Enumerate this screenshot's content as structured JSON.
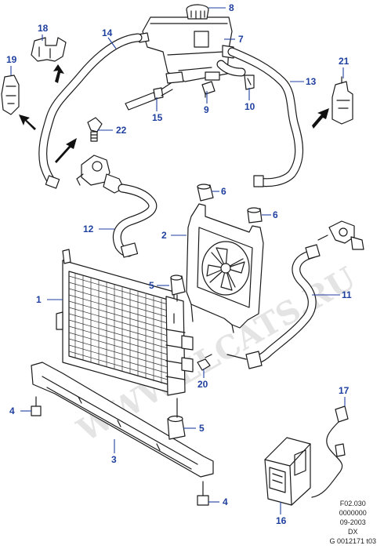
{
  "callouts": [
    {
      "id": "c1",
      "label": "1"
    },
    {
      "id": "c2",
      "label": "2"
    },
    {
      "id": "c3",
      "label": "3"
    },
    {
      "id": "c4a",
      "label": "4"
    },
    {
      "id": "c4b",
      "label": "4"
    },
    {
      "id": "c5a",
      "label": "5"
    },
    {
      "id": "c5b",
      "label": "5"
    },
    {
      "id": "c6a",
      "label": "6"
    },
    {
      "id": "c6b",
      "label": "6"
    },
    {
      "id": "c7",
      "label": "7"
    },
    {
      "id": "c8",
      "label": "8"
    },
    {
      "id": "c9",
      "label": "9"
    },
    {
      "id": "c10",
      "label": "10"
    },
    {
      "id": "c11",
      "label": "11"
    },
    {
      "id": "c12",
      "label": "12"
    },
    {
      "id": "c13",
      "label": "13"
    },
    {
      "id": "c14",
      "label": "14"
    },
    {
      "id": "c15",
      "label": "15"
    },
    {
      "id": "c16",
      "label": "16"
    },
    {
      "id": "c17",
      "label": "17"
    },
    {
      "id": "c18",
      "label": "18"
    },
    {
      "id": "c19",
      "label": "19"
    },
    {
      "id": "c20",
      "label": "20"
    },
    {
      "id": "c21",
      "label": "21"
    },
    {
      "id": "c22",
      "label": "22"
    }
  ],
  "watermark": "WWW.ELCATS.RU",
  "stamp": {
    "line1": "F02.030",
    "line2": "0000000",
    "line3": "09-2003",
    "line4": "DX",
    "line5": "G 0012171 t03"
  },
  "colors": {
    "callout": "#1f3f9f",
    "line_art": "#1a1a1a",
    "watermark": "#e4e4e4"
  }
}
